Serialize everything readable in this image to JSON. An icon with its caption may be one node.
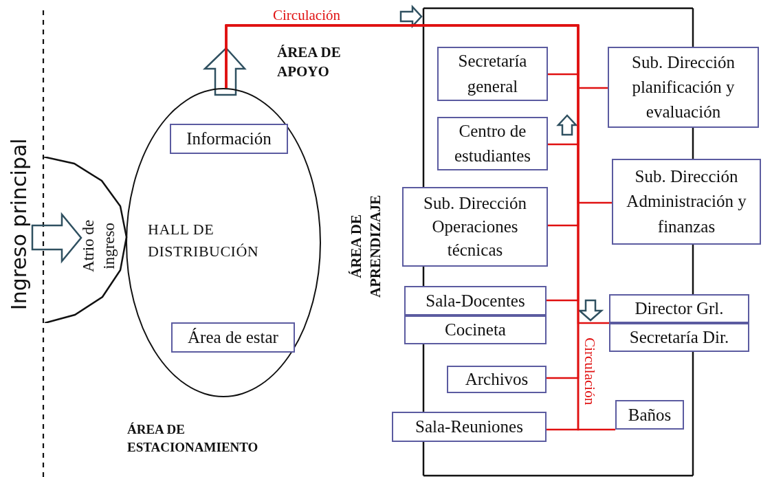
{
  "diagram": {
    "nodes": [
      {
        "text": [
          "HALL DE DISTRIBUCIÓN"
        ]
      },
      {
        "text": [
          "Información"
        ],
        "in": 0
      },
      {
        "text": [
          "Área de estar"
        ],
        "in": 0
      },
      {
        "text": [
          "Atrio de ingreso"
        ]
      },
      {
        "text": [
          "Secretaría general"
        ]
      },
      {
        "text": [
          "Centro de estudiantes"
        ]
      },
      {
        "text": [
          "Sub. Dirección Operaciones técnicas"
        ]
      },
      {
        "text": [
          "Sala-Docentes"
        ]
      },
      {
        "text": [
          "Cocineta"
        ]
      },
      {
        "text": [
          "Archivos"
        ]
      },
      {
        "text": [
          "Sala-Reuniones"
        ]
      },
      {
        "text": [
          "Sub. Dirección planificación y evaluación"
        ]
      },
      {
        "text": [
          "Sub. Dirección Administración y finanzas"
        ]
      },
      {
        "text": [
          "Director Grl."
        ]
      },
      {
        "text": [
          "Secretaría Dir."
        ]
      },
      {
        "text": [
          "Baños"
        ]
      }
    ],
    "edges": [
      {
        "from": 0,
        "to": 4,
        "arrow": "none"
      },
      {
        "from": 0,
        "to": 11,
        "arrow": "none"
      },
      {
        "from": 0,
        "to": 5,
        "arrow": "none"
      },
      {
        "from": 0,
        "to": 12,
        "arrow": "none"
      },
      {
        "from": 0,
        "to": 6,
        "arrow": "none"
      },
      {
        "from": 0,
        "to": 7,
        "arrow": "none"
      },
      {
        "from": 0,
        "to": 13,
        "arrow": "none"
      },
      {
        "from": 0,
        "to": 9,
        "arrow": "none"
      },
      {
        "from": 0,
        "to": 10,
        "arrow": "none"
      },
      {
        "from": 0,
        "to": 15,
        "arrow": "none"
      }
    ],
    "labels": [
      "Circulación",
      "ÁREA DE APOYO",
      "Ingreso principal",
      "ÁREA DE APRENDIZAJE",
      "Circulación",
      "ÁREA DE ESTACIONAMIENTO"
    ]
  }
}
